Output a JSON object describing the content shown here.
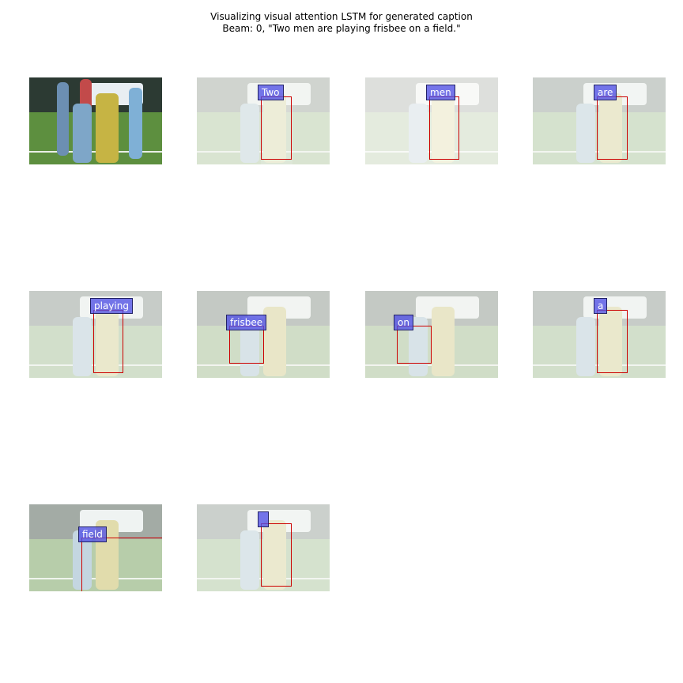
{
  "header": {
    "title_line1": "Visualizing visual attention LSTM for generated caption",
    "title_line2": "Beam: 0, \"Two men are playing frisbee on a field.\""
  },
  "panels": [
    {
      "kind": "original"
    },
    {
      "kind": "attention",
      "word": "Two"
    },
    {
      "kind": "attention",
      "word": "men"
    },
    {
      "kind": "attention",
      "word": "are"
    },
    {
      "kind": "attention",
      "word": "playing"
    },
    {
      "kind": "attention",
      "word": "frisbee"
    },
    {
      "kind": "attention",
      "word": "on"
    },
    {
      "kind": "attention",
      "word": "a"
    },
    {
      "kind": "attention",
      "word": "field"
    },
    {
      "kind": "attention",
      "word": ""
    }
  ],
  "colors": {
    "box_border": "#cc0000",
    "word_background": "#5050e6",
    "veil": "#f4f6f2"
  }
}
